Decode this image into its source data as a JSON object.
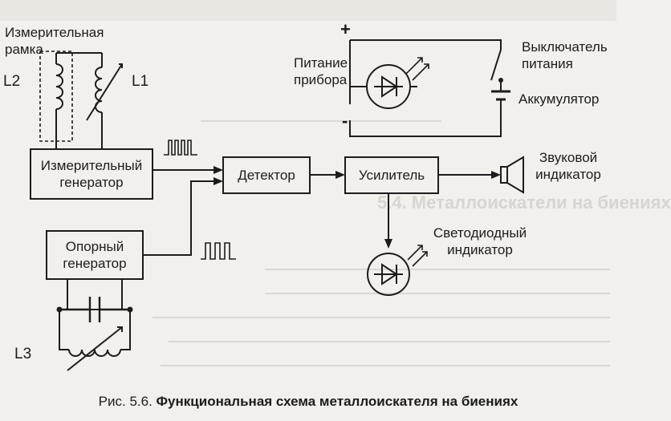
{
  "labels": {
    "measuring_frame": "Измерительная рамка",
    "l2": "L2",
    "l1": "L1",
    "l3": "L3",
    "power_supply": "Питание прибора",
    "plus": "+",
    "minus": "-",
    "power_switch": "Выключатель питания",
    "battery": "Аккумулятор",
    "sound_indicator": "Звуковой индикатор",
    "led_indicator": "Светодиодный индикатор"
  },
  "blocks": {
    "measuring_generator": "Измерительный генератор",
    "reference_generator": "Опорный генератор",
    "detector": "Детектор",
    "amplifier": "Усилитель"
  },
  "caption": {
    "number": "Рис. 5.6.",
    "title": "Функциональная схема металлоискателя на биениях"
  },
  "background_heading": "5.4. Металлоискатели на биениях",
  "colors": {
    "paper": "#f1f0ec",
    "ink": "#1c1c1c",
    "bleed": "#d6d5cf"
  }
}
